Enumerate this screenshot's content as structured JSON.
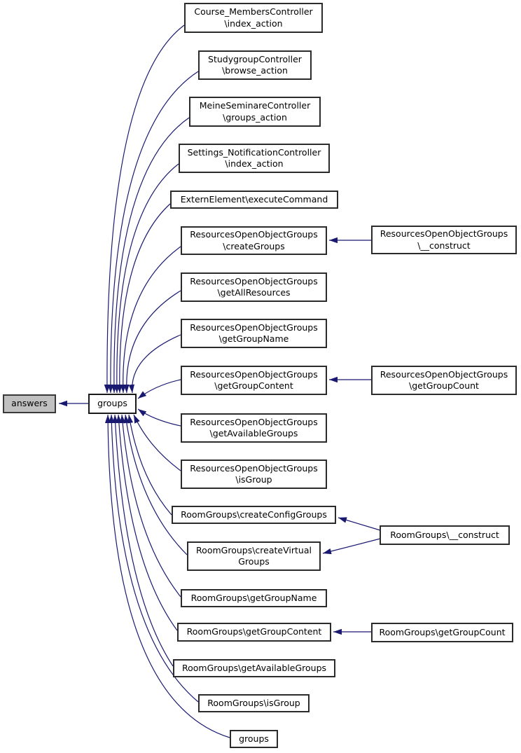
{
  "diagram": {
    "kind": "caller-graph",
    "colors": {
      "background": "#ffffff",
      "edge": "#191970",
      "node_border": "#2b2b2b",
      "node_fill": "#ffffff",
      "highlight_fill": "#c0c0c0",
      "text": "#000000"
    }
  },
  "nodes": {
    "answers": "answers",
    "groups": "groups",
    "course_members_index": "Course_MembersController\n\\index_action",
    "studygroup_browse": "StudygroupController\n\\browse_action",
    "meine_seminare_groups": "MeineSeminareController\n\\groups_action",
    "settings_notification_index": "Settings_NotificationController\n\\index_action",
    "extern_element_execute": "ExternElement\\executeCommand",
    "roog_create_groups": "ResourcesOpenObjectGroups\n\\createGroups",
    "roog_construct": "ResourcesOpenObjectGroups\n\\__construct",
    "roog_get_all_resources": "ResourcesOpenObjectGroups\n\\getAllResources",
    "roog_get_group_name": "ResourcesOpenObjectGroups\n\\getGroupName",
    "roog_get_group_content": "ResourcesOpenObjectGroups\n\\getGroupContent",
    "roog_get_group_count": "ResourcesOpenObjectGroups\n\\getGroupCount",
    "roog_get_available_groups": "ResourcesOpenObjectGroups\n\\getAvailableGroups",
    "roog_is_group": "ResourcesOpenObjectGroups\n\\isGroup",
    "rg_create_config_groups": "RoomGroups\\createConfigGroups",
    "rg_construct": "RoomGroups\\__construct",
    "rg_create_virtual_groups": "RoomGroups\\createVirtual\nGroups",
    "rg_get_group_name": "RoomGroups\\getGroupName",
    "rg_get_group_content": "RoomGroups\\getGroupContent",
    "rg_get_group_count": "RoomGroups\\getGroupCount",
    "rg_get_available_groups": "RoomGroups\\getAvailableGroups",
    "rg_is_group": "RoomGroups\\isGroup",
    "groups_recursive": "groups"
  },
  "edges": [
    {
      "from": "groups",
      "to": "answers"
    },
    {
      "from": "course_members_index",
      "to": "groups"
    },
    {
      "from": "studygroup_browse",
      "to": "groups"
    },
    {
      "from": "meine_seminare_groups",
      "to": "groups"
    },
    {
      "from": "settings_notification_index",
      "to": "groups"
    },
    {
      "from": "extern_element_execute",
      "to": "groups"
    },
    {
      "from": "roog_create_groups",
      "to": "groups"
    },
    {
      "from": "roog_construct",
      "to": "roog_create_groups"
    },
    {
      "from": "roog_get_all_resources",
      "to": "groups"
    },
    {
      "from": "roog_get_group_name",
      "to": "groups"
    },
    {
      "from": "roog_get_group_content",
      "to": "groups"
    },
    {
      "from": "roog_get_group_count",
      "to": "roog_get_group_content"
    },
    {
      "from": "roog_get_available_groups",
      "to": "groups"
    },
    {
      "from": "roog_is_group",
      "to": "groups"
    },
    {
      "from": "rg_create_config_groups",
      "to": "groups"
    },
    {
      "from": "rg_construct",
      "to": "rg_create_config_groups"
    },
    {
      "from": "rg_construct",
      "to": "rg_create_virtual_groups"
    },
    {
      "from": "rg_create_virtual_groups",
      "to": "groups"
    },
    {
      "from": "rg_get_group_name",
      "to": "groups"
    },
    {
      "from": "rg_get_group_content",
      "to": "groups"
    },
    {
      "from": "rg_get_group_count",
      "to": "rg_get_group_content"
    },
    {
      "from": "rg_get_available_groups",
      "to": "groups"
    },
    {
      "from": "rg_is_group",
      "to": "groups"
    },
    {
      "from": "groups_recursive",
      "to": "groups"
    }
  ]
}
